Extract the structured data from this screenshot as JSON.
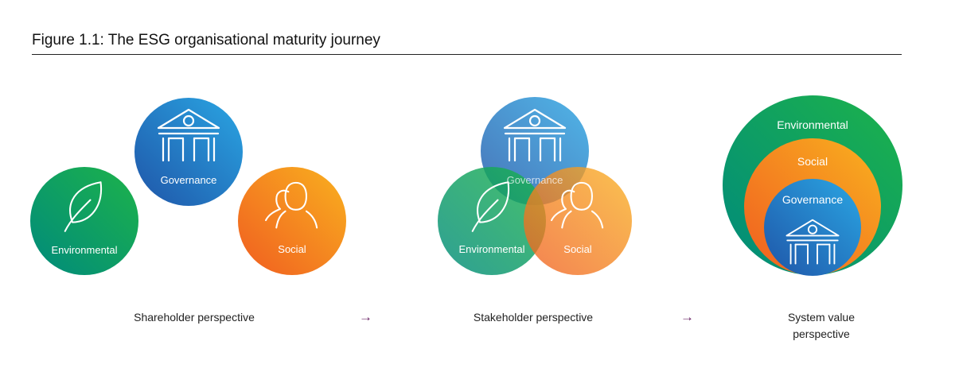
{
  "figure": {
    "title": "Figure 1.1: The ESG organisational maturity journey"
  },
  "colors": {
    "governance": [
      "#1f5fb0",
      "#2a9de0"
    ],
    "environmental": [
      "#008e7a",
      "#16ad4e"
    ],
    "social": [
      "#f26b1d",
      "#f9ad1f"
    ],
    "arrow": "#6b2466"
  },
  "icons": {
    "governance": "building-icon",
    "environmental": "leaf-icon",
    "social": "people-icon"
  },
  "stage1": {
    "governance": "Governance",
    "environmental": "Environmental",
    "social": "Social",
    "caption": "Shareholder perspective"
  },
  "stage2": {
    "governance": "Governance",
    "environmental": "Environmental",
    "social": "Social",
    "caption": "Stakeholder perspective"
  },
  "stage3": {
    "environmental": "Environmental",
    "social": "Social",
    "governance": "Governance",
    "caption": "System value perspective"
  },
  "arrows": [
    "→",
    "→"
  ]
}
